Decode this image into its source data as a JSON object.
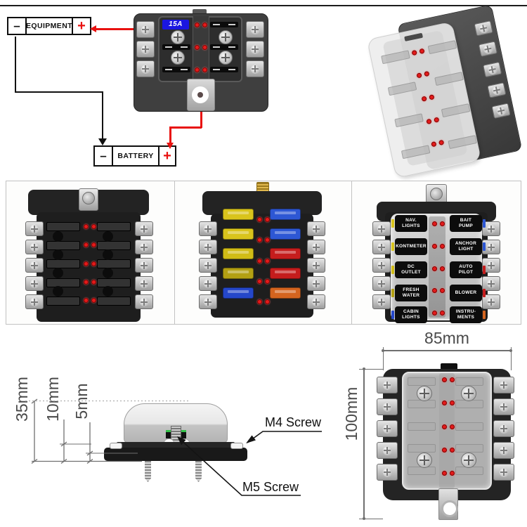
{
  "wiring": {
    "equipment_label": "EQUIPMENT",
    "battery_label": "BATTERY",
    "minus_sign": "–",
    "plus_sign": "+",
    "fuse_rating": "15A"
  },
  "cover_labels": {
    "left": [
      "NAV.\nLIGHTS",
      "KONTMETER",
      "DC\nOUTLET",
      "FRESH\nWATER",
      "CABIN\nLIGHTS"
    ],
    "right": [
      "BAIT\nPUMP",
      "ANCHOR\nLIGHT",
      "AUTO\nPILOT",
      "BLOWER",
      "INSTRU-\nMENTS"
    ]
  },
  "dimensions": {
    "overall_height": "35mm",
    "cover_height": "10mm",
    "base_height": "5mm",
    "m4_label": "M4 Screw",
    "m5_label": "M5 Screw",
    "width_label": "85mm",
    "height_label": "100mm"
  },
  "fuse_colors": {
    "left": [
      "#d9c41c",
      "#d9c41c",
      "#d1bc16",
      "#b3a013",
      "#2547c9"
    ],
    "right": [
      "#2d57d4",
      "#2d57d4",
      "#c51d1d",
      "#c51d1d",
      "#d4641f"
    ]
  },
  "colors": {
    "wire_red": "#e8110f",
    "led_red": "#e31b1b",
    "rating_badge_blue": "#1a16e0",
    "dimension_text": "#4a4a4a"
  }
}
